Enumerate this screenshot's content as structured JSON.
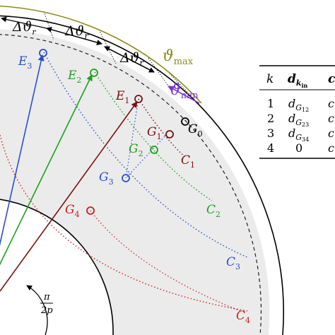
{
  "labels": {
    "delta": "Δϑ",
    "delta_sub": "r",
    "theta": "ϑ",
    "theta_max_sub": "max",
    "theta_min_sub": "min",
    "pi": "π",
    "two_p": "2p"
  },
  "points": [
    {
      "name": "E",
      "sub": "1",
      "color": "#7a1010"
    },
    {
      "name": "E",
      "sub": "2",
      "color": "#1f9e1f"
    },
    {
      "name": "E",
      "sub": "3",
      "color": "#2a4fc9"
    },
    {
      "name": "G",
      "sub": "0",
      "color": "#000000"
    },
    {
      "name": "G",
      "sub": "1",
      "color": "#7a1010"
    },
    {
      "name": "G",
      "sub": "2",
      "color": "#1f9e1f"
    },
    {
      "name": "G",
      "sub": "3",
      "color": "#2a4fc9"
    },
    {
      "name": "G",
      "sub": "4",
      "color": "#c81e1e"
    }
  ],
  "curves": [
    {
      "name": "C",
      "sub": "1",
      "color": "#7a1010"
    },
    {
      "name": "C",
      "sub": "2",
      "color": "#1f9e1f"
    },
    {
      "name": "C",
      "sub": "3",
      "color": "#2a4fc9"
    },
    {
      "name": "C",
      "sub": "4",
      "color": "#c81e1e"
    }
  ],
  "colors": {
    "theta_max": "#8c8c1e",
    "theta_min": "#7a33cc",
    "region": "#ebebeb"
  },
  "table": {
    "header_k": "k",
    "header_d": "d",
    "header_d_sub": "k",
    "header_d_subsub": "in",
    "header_c": "c",
    "rows": [
      {
        "k": "1",
        "d": "d",
        "d_sub": "G",
        "d_subsub": "12",
        "c": "c"
      },
      {
        "k": "2",
        "d": "d",
        "d_sub": "G",
        "d_subsub": "23",
        "c": "c"
      },
      {
        "k": "3",
        "d": "d",
        "d_sub": "G",
        "d_subsub": "34",
        "c": "c"
      },
      {
        "k": "4",
        "d": "0",
        "d_sub": "",
        "d_subsub": "",
        "c": "c"
      }
    ]
  }
}
